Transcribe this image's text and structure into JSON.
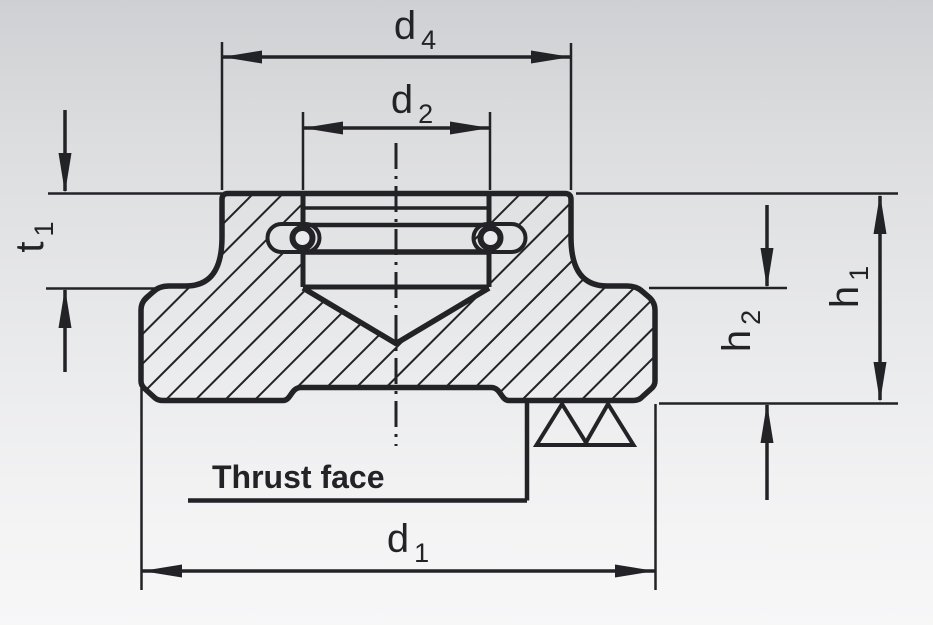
{
  "drawing": {
    "type": "technical-cross-section",
    "subject": "thrust-pad-section-view",
    "labels": {
      "d4": {
        "main": "d",
        "sub": "4"
      },
      "d2": {
        "main": "d",
        "sub": "2"
      },
      "d1": {
        "main": "d",
        "sub": "1"
      },
      "t1": {
        "main": "t",
        "sub": "1"
      },
      "h1": {
        "main": "h",
        "sub": "1"
      },
      "h2": {
        "main": "h",
        "sub": "2"
      }
    },
    "annotations": {
      "thrust_face": "Thrust face"
    },
    "symbols": {
      "surface_finish": "double-triangle-machining-mark",
      "centerline": "dash-dot",
      "hatching": "45-degree-section-hatch"
    },
    "colors": {
      "line": "#232327",
      "background_top": "#cfd0d3",
      "background_bottom": "#f7f7f8"
    }
  }
}
